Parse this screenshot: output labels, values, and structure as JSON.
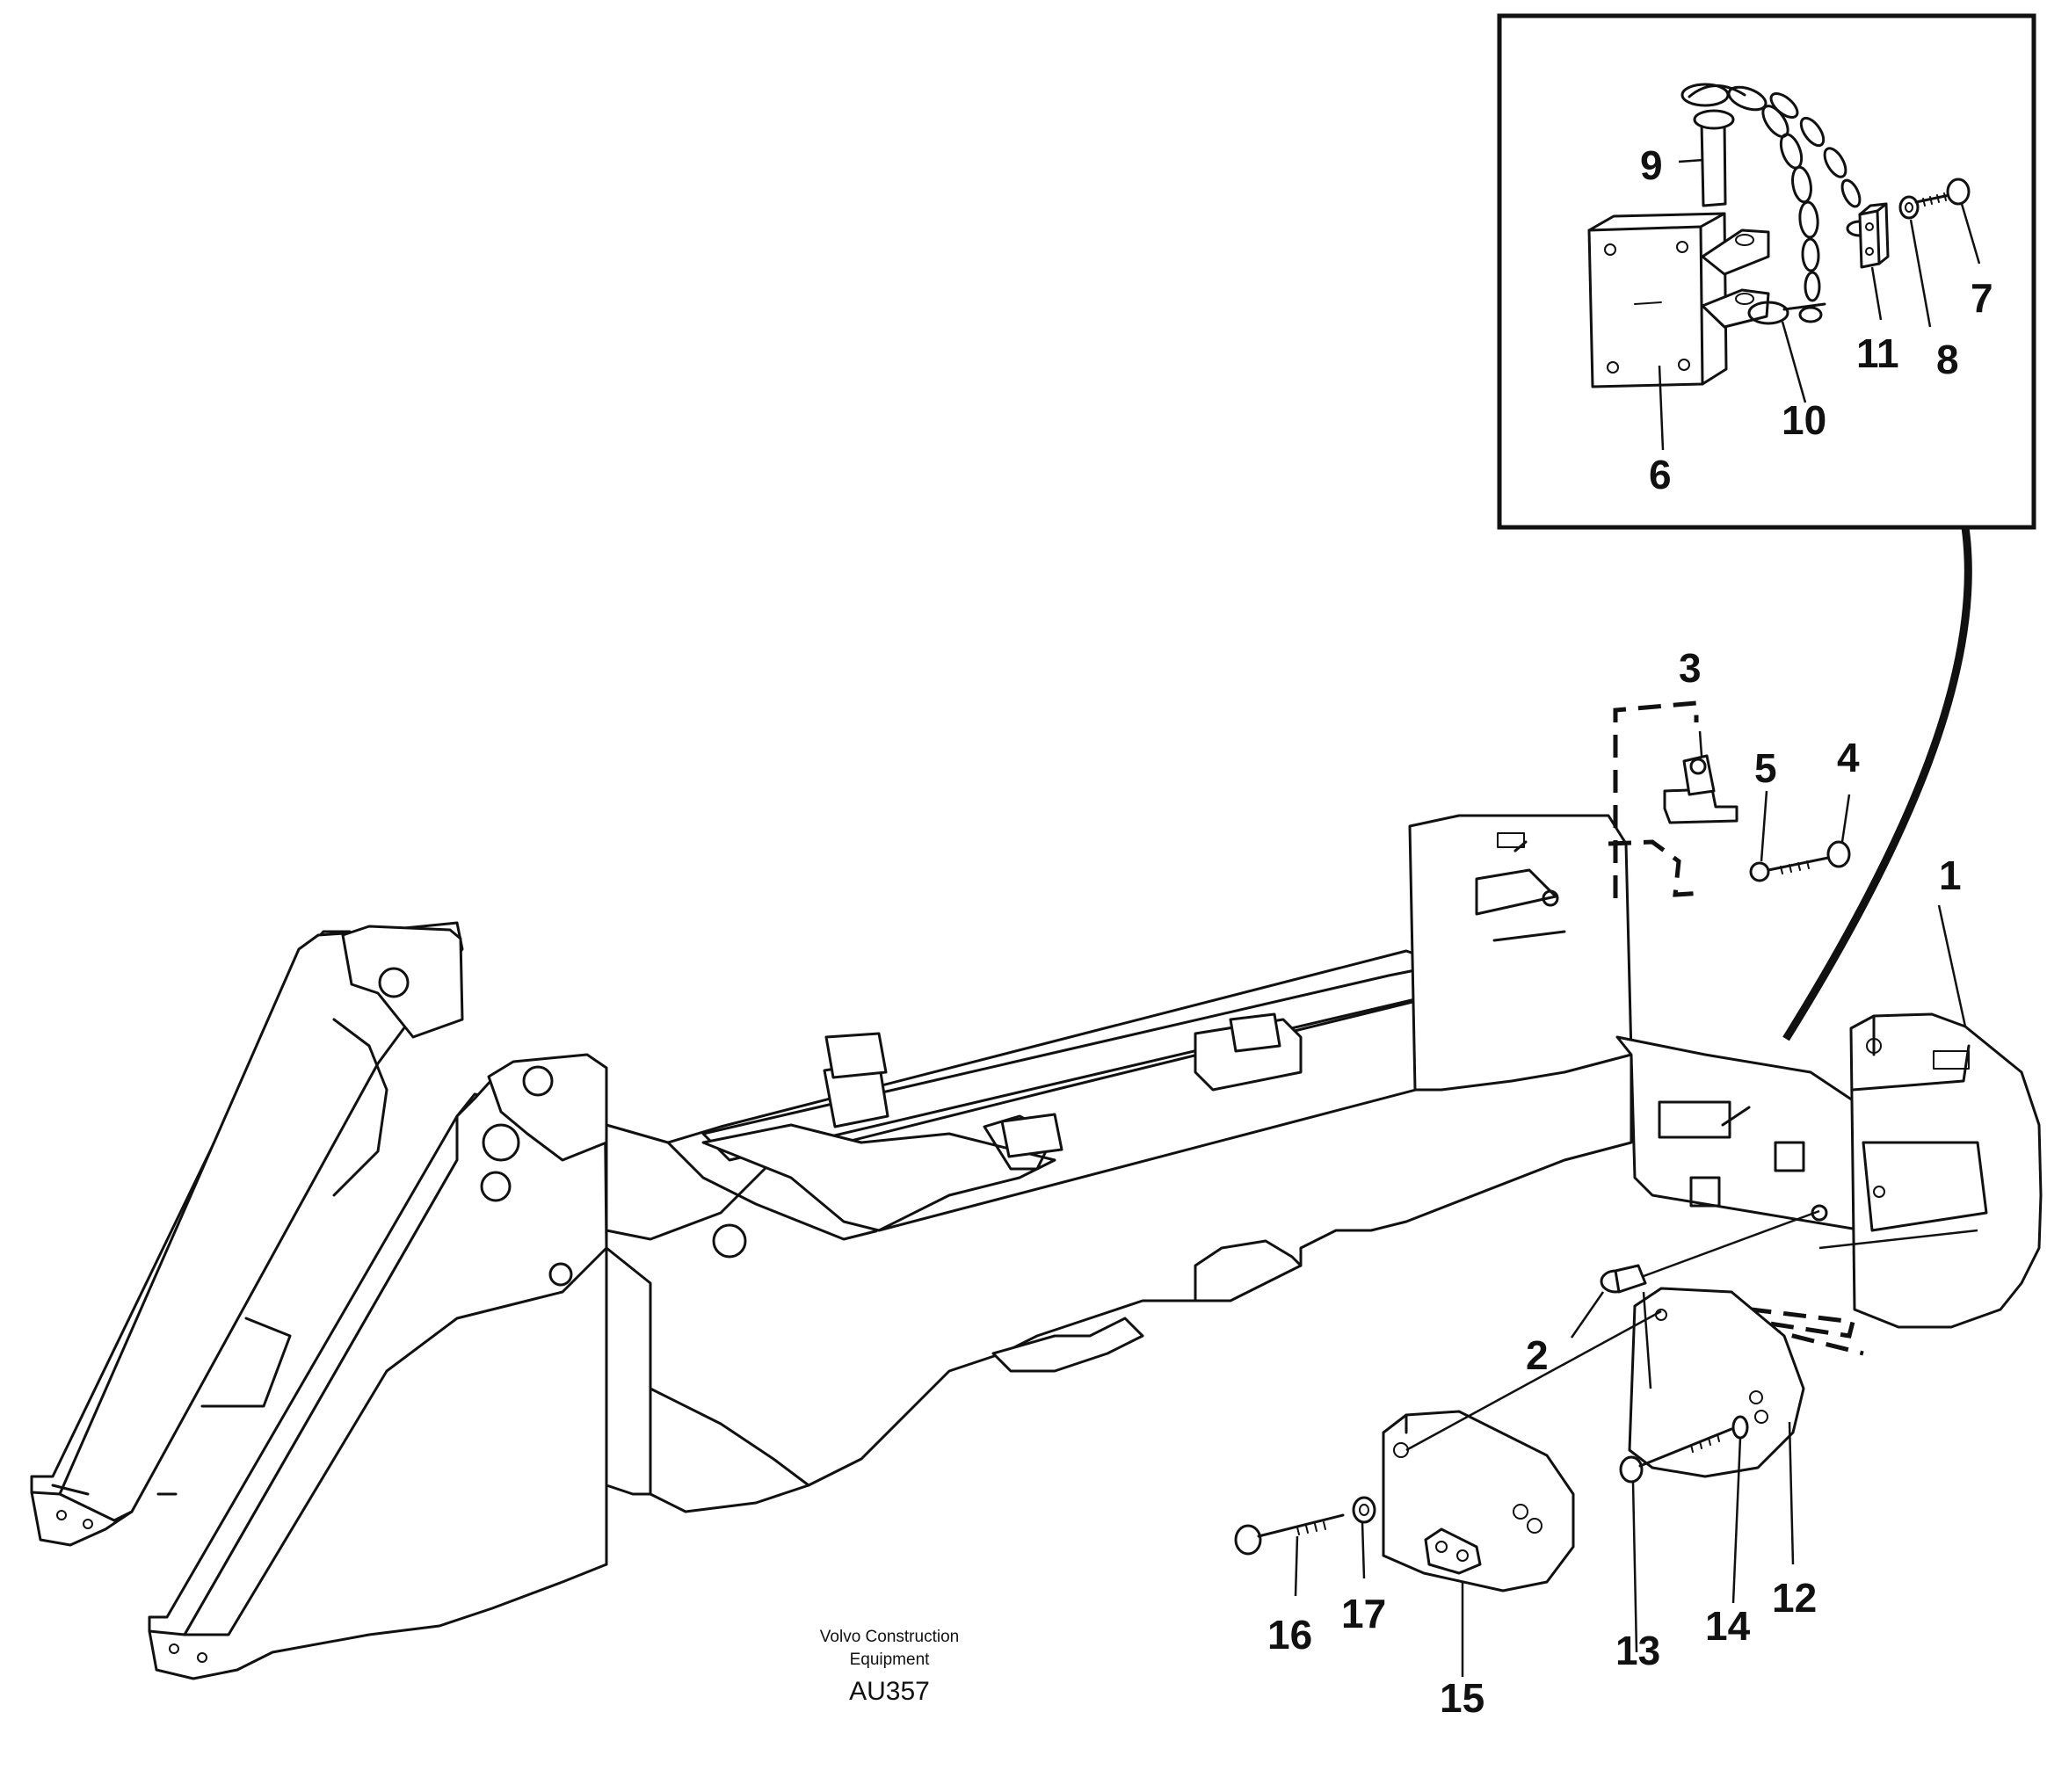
{
  "callouts": {
    "c1": "1",
    "c2": "2",
    "c3": "3",
    "c4": "4",
    "c5": "5",
    "c6": "6",
    "c7": "7",
    "c8": "8",
    "c9": "9",
    "c10": "10",
    "c11": "11",
    "c12": "12",
    "c13": "13",
    "c14": "14",
    "c15": "15",
    "c16": "16",
    "c17": "17"
  },
  "credit": {
    "line1": "Volvo Construction",
    "line2": "Equipment",
    "code": "AU357"
  }
}
